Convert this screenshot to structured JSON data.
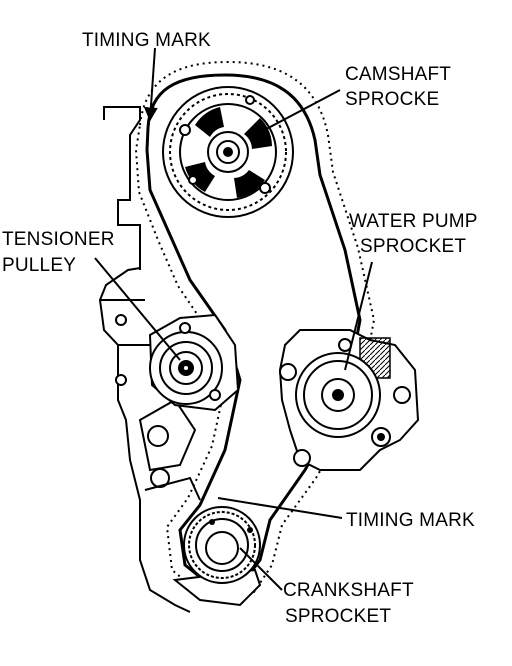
{
  "labels": {
    "timing_mark_top": "TIMING MARK",
    "camshaft_line1": "CAMSHAFT",
    "camshaft_line2": "SPROCKE",
    "water_pump_line1": "WATER PUMP",
    "water_pump_line2": "SPROCKET",
    "tensioner_line1": "TENSIONER",
    "tensioner_line2": "PULLEY",
    "timing_mark_bottom": "TIMING MARK",
    "crankshaft_line1": "CRANKSHAFT",
    "crankshaft_line2": "SPROCKET"
  }
}
